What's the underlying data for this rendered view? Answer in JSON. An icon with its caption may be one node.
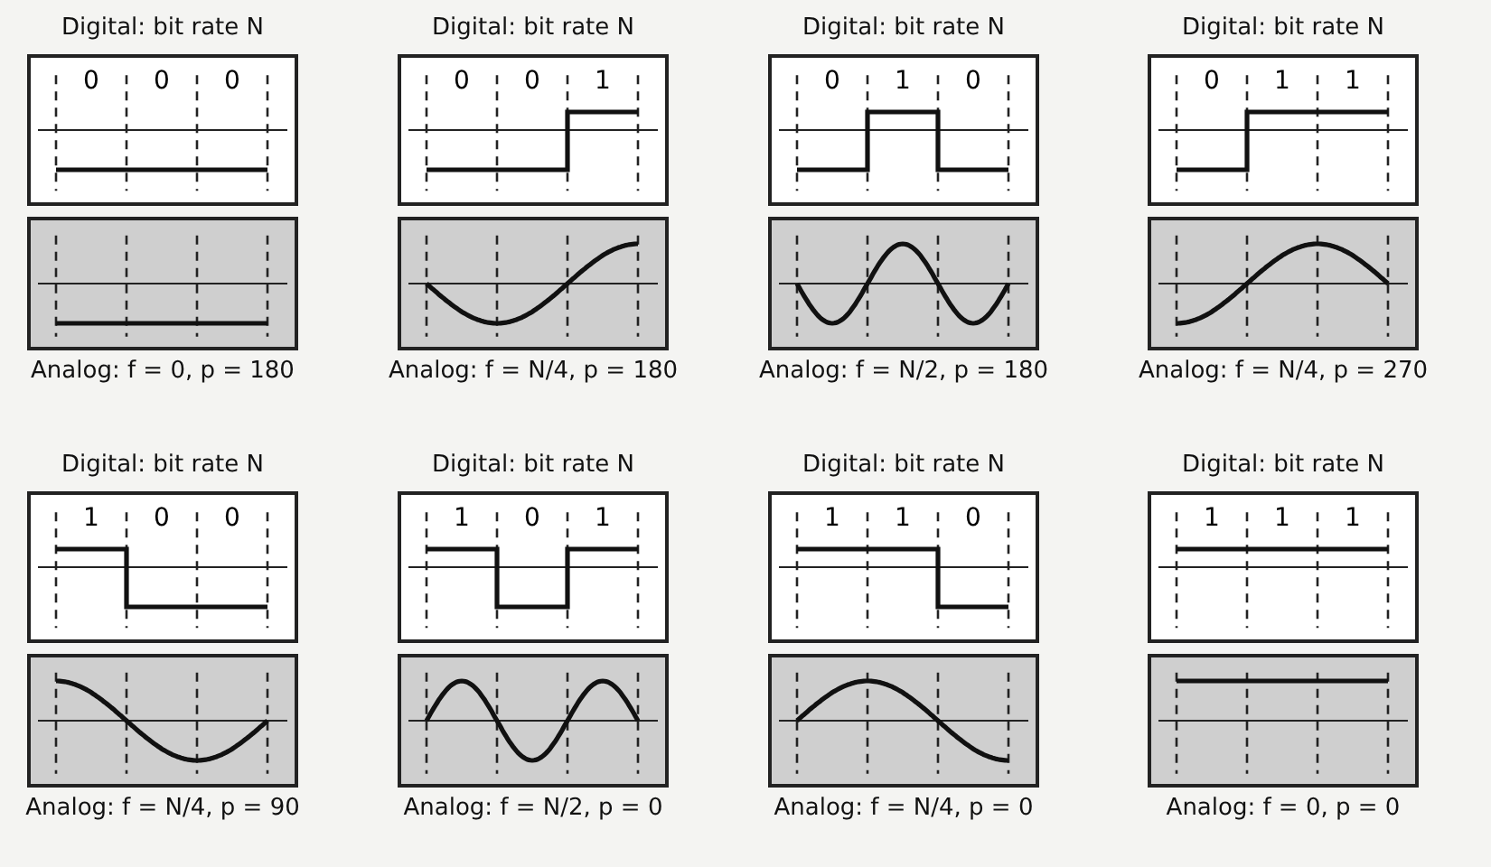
{
  "diagram": {
    "nodes": [
      {
        "text": [
          "Digital: bit rate N",
          "0",
          "0",
          "0"
        ]
      },
      {
        "text": [
          "Analog: f = 0, p = 180"
        ]
      },
      {
        "text": [
          "Digital: bit rate N",
          "0",
          "0",
          "1"
        ]
      },
      {
        "text": [
          "Analog: f = N/4, p = 180"
        ]
      },
      {
        "text": [
          "Digital: bit rate N",
          "0",
          "1",
          "0"
        ]
      },
      {
        "text": [
          "Analog: f = N/2, p = 180"
        ]
      },
      {
        "text": [
          "Digital: bit rate N",
          "0",
          "1",
          "1"
        ]
      },
      {
        "text": [
          "Analog: f = N/4, p = 270"
        ]
      },
      {
        "text": [
          "Digital: bit rate N",
          "1",
          "0",
          "0"
        ]
      },
      {
        "text": [
          "Analog: f = N/4, p = 90"
        ]
      },
      {
        "text": [
          "Digital: bit rate N",
          "1",
          "0",
          "1"
        ]
      },
      {
        "text": [
          "Analog: f = N/2, p = 0"
        ]
      },
      {
        "text": [
          "Digital: bit rate N",
          "1",
          "1",
          "0"
        ]
      },
      {
        "text": [
          "Analog: f = N/4, p = 0"
        ]
      },
      {
        "text": [
          "Digital: bit rate N",
          "1",
          "1",
          "1"
        ]
      },
      {
        "text": [
          "Analog: f = 0, p = 0"
        ]
      }
    ]
  }
}
